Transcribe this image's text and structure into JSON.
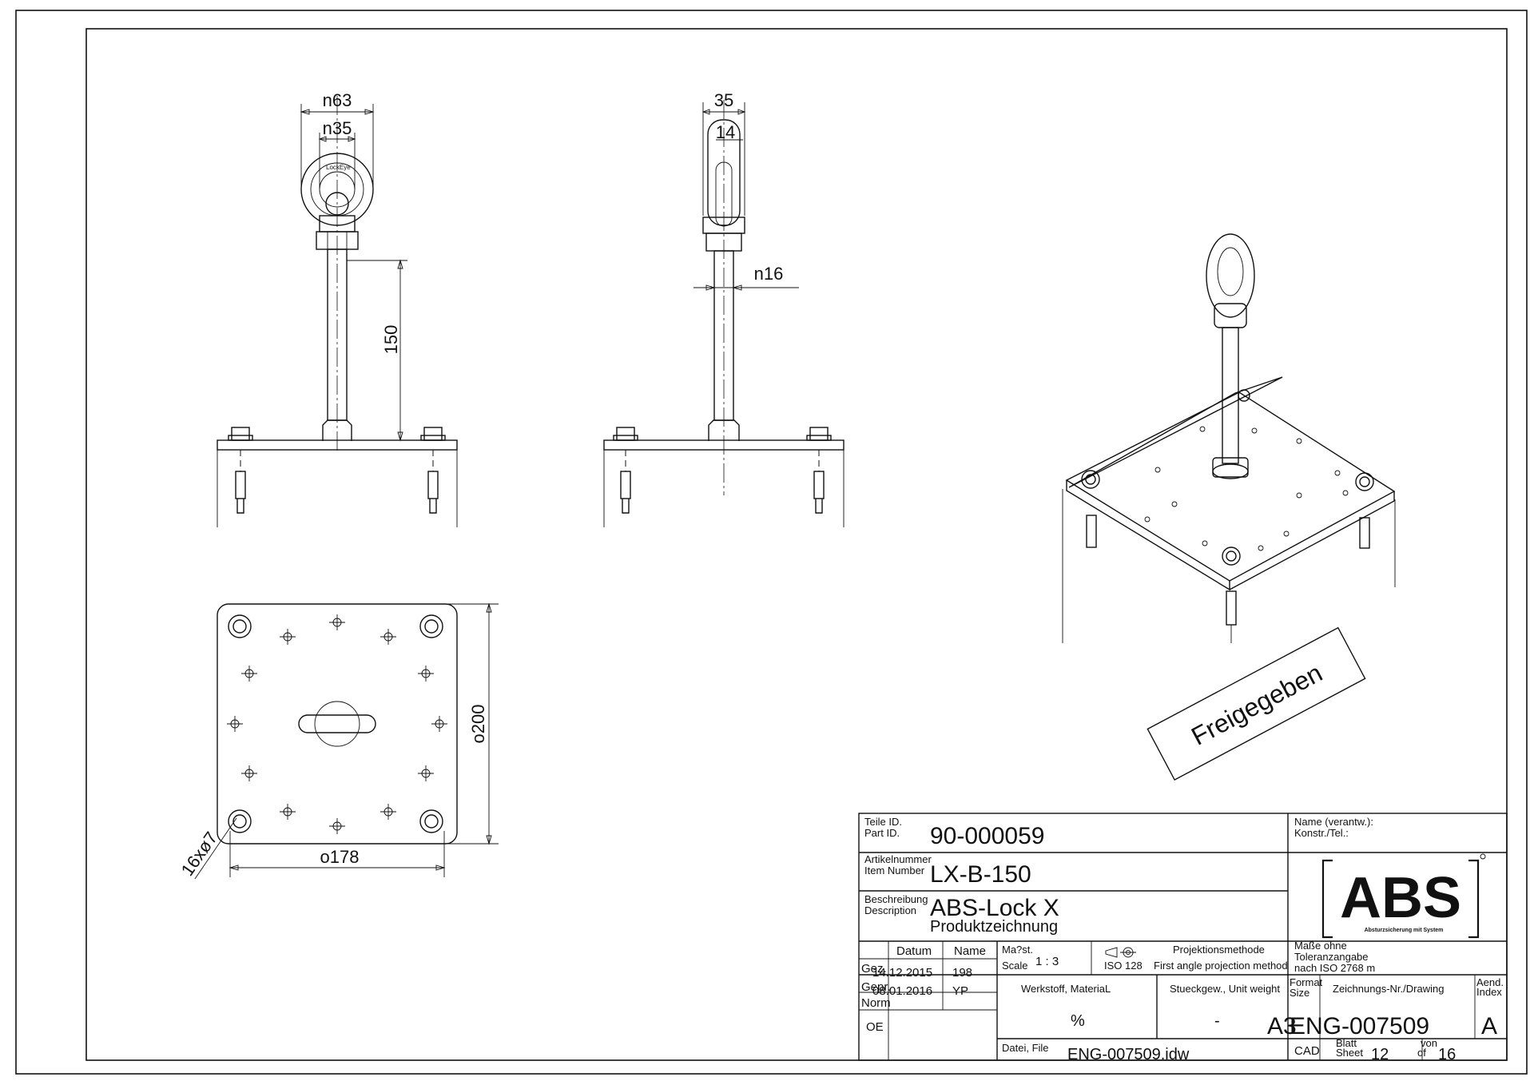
{
  "dimensions": {
    "front_eye_outer": "n63",
    "front_eye_inner": "n35",
    "front_height": "150",
    "side_eye_width": "35",
    "side_eye_thickness": "14",
    "side_rod": "n16",
    "plate_height": "o200",
    "plate_width": "o178",
    "holes": "16xø7"
  },
  "stamp": "Freigegeben",
  "title_block": {
    "part_id_label_de": "Teile ID.",
    "part_id_label_en": "Part ID.",
    "part_id": "90-000059",
    "article_label_de": "Artikelnummer",
    "article_label_en": "Item Number",
    "article_number": "LX-B-150",
    "description_label_de": "Beschreibung",
    "description_label_en": "Description",
    "description_1": "ABS-Lock X",
    "description_2": "Produktzeichnung",
    "name_label_de": "Name (verantw.):",
    "name_label_en": "Konstr./Tel.:",
    "logo_text": "ABS",
    "logo_tagline": "Absturzsicherung mit System",
    "col_date": "Datum",
    "col_name": "Name",
    "row_gez_label": "Gez.",
    "row_gez_date": "14.12.2015",
    "row_gez_name": "198",
    "row_gepr_label": "Gepr.",
    "row_gepr_date": "08.01.2016",
    "row_gepr_name": "YP",
    "row_norm_label": "Norm",
    "row_oe_label": "OE",
    "scale_label_de": "Ma?st.",
    "scale_label_en": "Scale",
    "scale": "1 : 3",
    "iso_label": "ISO 128",
    "projection_label": "Projektionsmethode",
    "projection_value": "First angle projection method",
    "tolerance_1": "Maße ohne",
    "tolerance_2": "Toleranzangabe",
    "tolerance_3": "nach ISO 2768 m",
    "material_label": "Werkstoff, MateriaL",
    "material_value": "%",
    "weight_label": "Stueckgew., Unit weight",
    "weight_value": "-",
    "format_label_de": "Format",
    "format_label_en": "Size",
    "format_value": "A3",
    "drawing_no_label": "Zeichnungs-Nr./Drawing",
    "drawing_no": "ENG-007509",
    "index_label_de": "Aend.",
    "index_label_en": "Index",
    "index_value": "A",
    "file_label": "Datei, File",
    "file_value": "ENG-007509.idw",
    "cad_label": "CAD",
    "sheet_label_de": "Blatt",
    "sheet_label_en": "Sheet",
    "sheet_value": "12",
    "of_label_de": "von",
    "of_label_en": "of",
    "of_value": "16"
  }
}
